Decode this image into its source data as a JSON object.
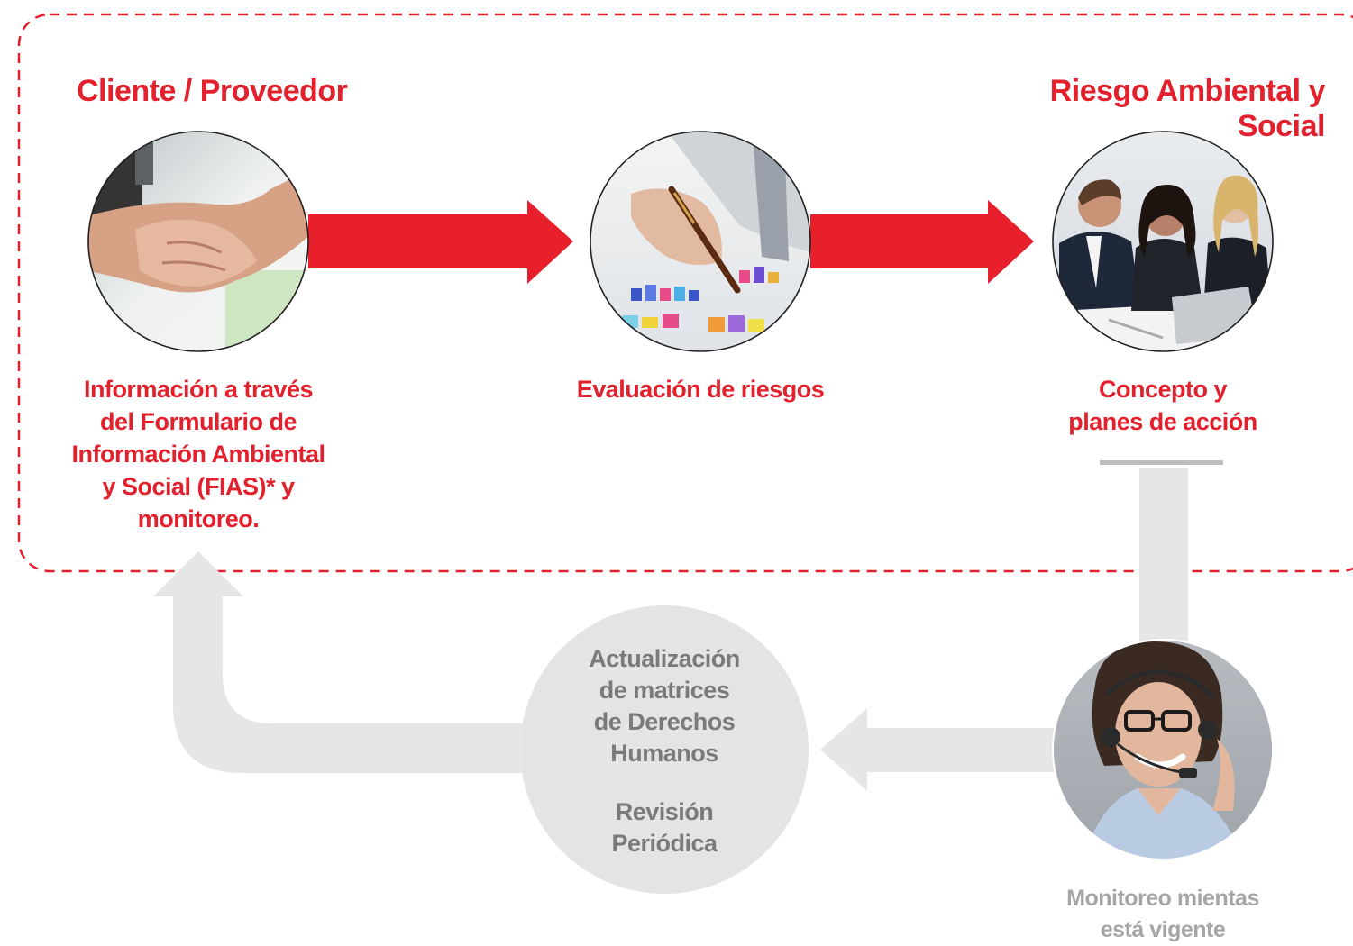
{
  "colors": {
    "accent_red": "#e3212d",
    "arrow_grey": "#e6e6e6",
    "text_grey": "#7a7a7a",
    "text_lightgrey": "#a6a6a6",
    "dashed_border": "#e3212d"
  },
  "headers": {
    "left": "Cliente / Proveedor",
    "right": "Riesgo Ambiental y Social"
  },
  "steps": [
    {
      "image": "handshake-photo",
      "caption_lines": [
        "Información a través",
        "del Formulario de",
        "Información Ambiental",
        "y Social (FIAS)* y",
        "monitoreo."
      ]
    },
    {
      "image": "pen-and-charts-photo",
      "caption_lines": [
        "Evaluación de riesgos"
      ]
    },
    {
      "image": "business-team-photo",
      "caption_lines": [
        "Concepto y",
        "planes de acción"
      ]
    }
  ],
  "update_circle": {
    "lines_a": [
      "Actualización",
      "de matrices",
      "de Derechos",
      "Humanos"
    ],
    "lines_b": [
      "Revisión",
      "Periódica"
    ]
  },
  "monitor": {
    "image": "headset-operator-photo",
    "caption_lines": [
      "Monitoreo mientas",
      "está vigente"
    ]
  },
  "icons": [
    "arrow-right-icon",
    "arrow-left-icon",
    "arrow-up-icon"
  ]
}
